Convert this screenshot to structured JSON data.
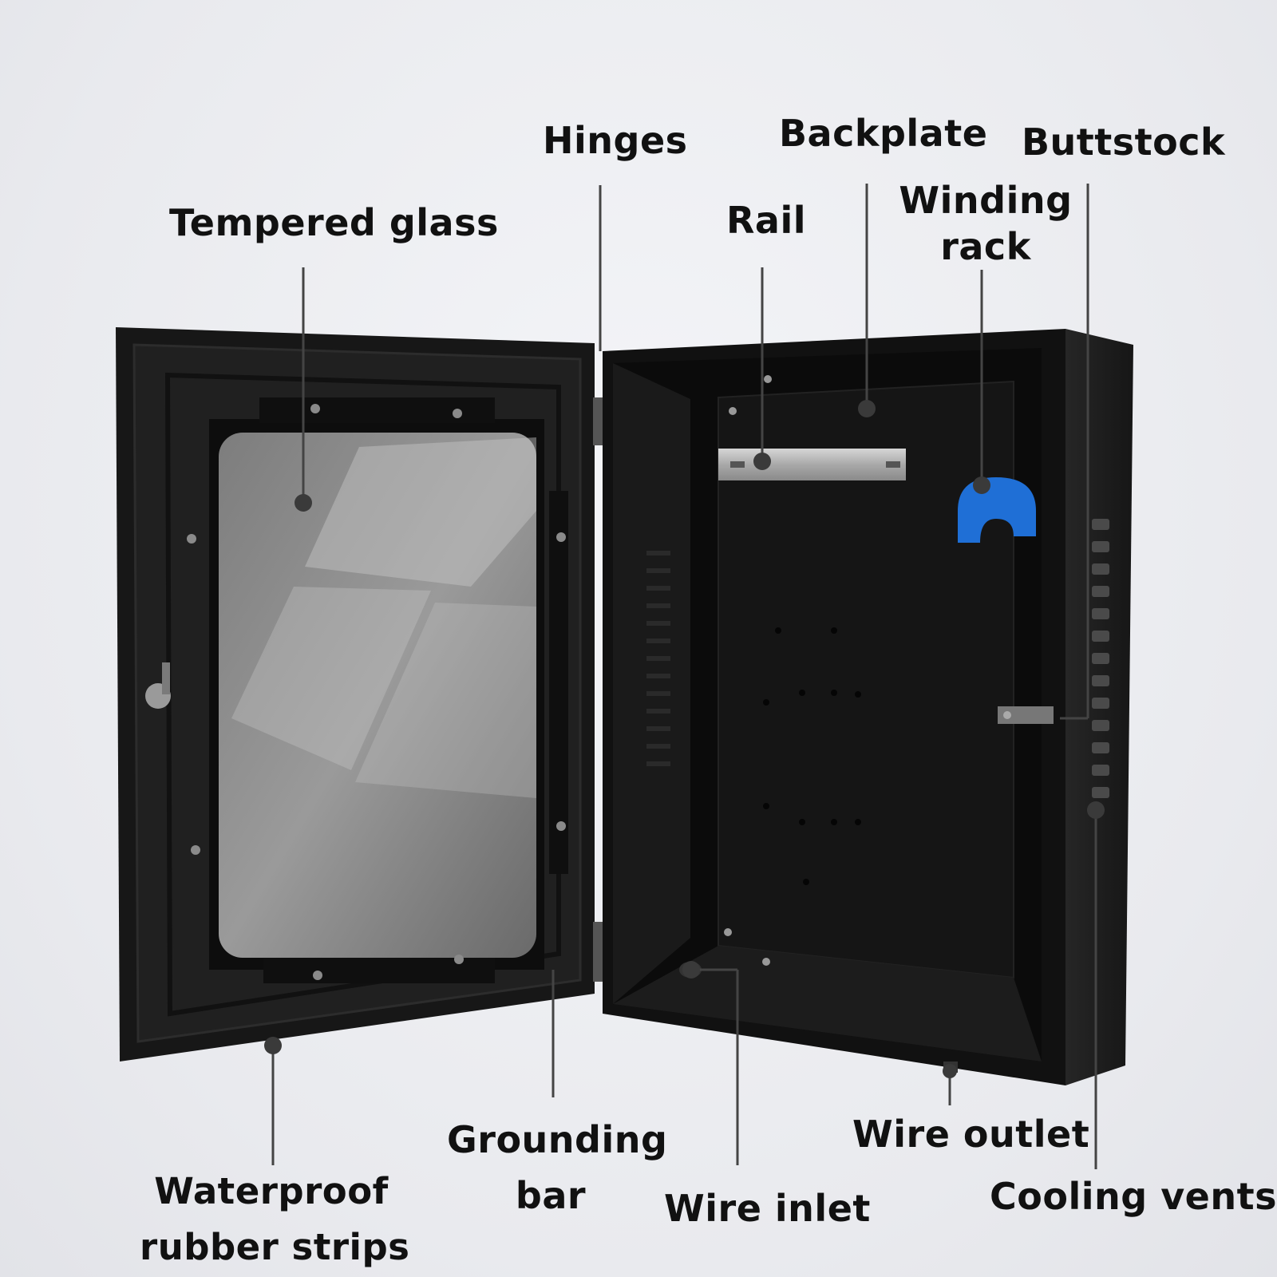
{
  "labels": {
    "tempered_glass": "Tempered glass",
    "hinges": "Hinges",
    "rail": "Rail",
    "backplate": "Backplate",
    "winding_rack_line1": "Winding",
    "winding_rack_line2": "rack",
    "buttstock": "Buttstock",
    "waterproof_line1": "Waterproof",
    "waterproof_line2": "rubber strips",
    "grounding_line1": "Grounding",
    "grounding_line2": "bar",
    "wire_inlet": "Wire inlet",
    "wire_outlet": "Wire outlet",
    "cooling_vents": "Cooling vents"
  },
  "colors": {
    "enclosure_body": "#1a1a1a",
    "enclosure_interior": "#0b0b0b",
    "glass": "#8c8c8c",
    "winding_rack": "#1f6fd6",
    "rail_metal": "#b9b9b9",
    "leader_line": "#444444"
  }
}
